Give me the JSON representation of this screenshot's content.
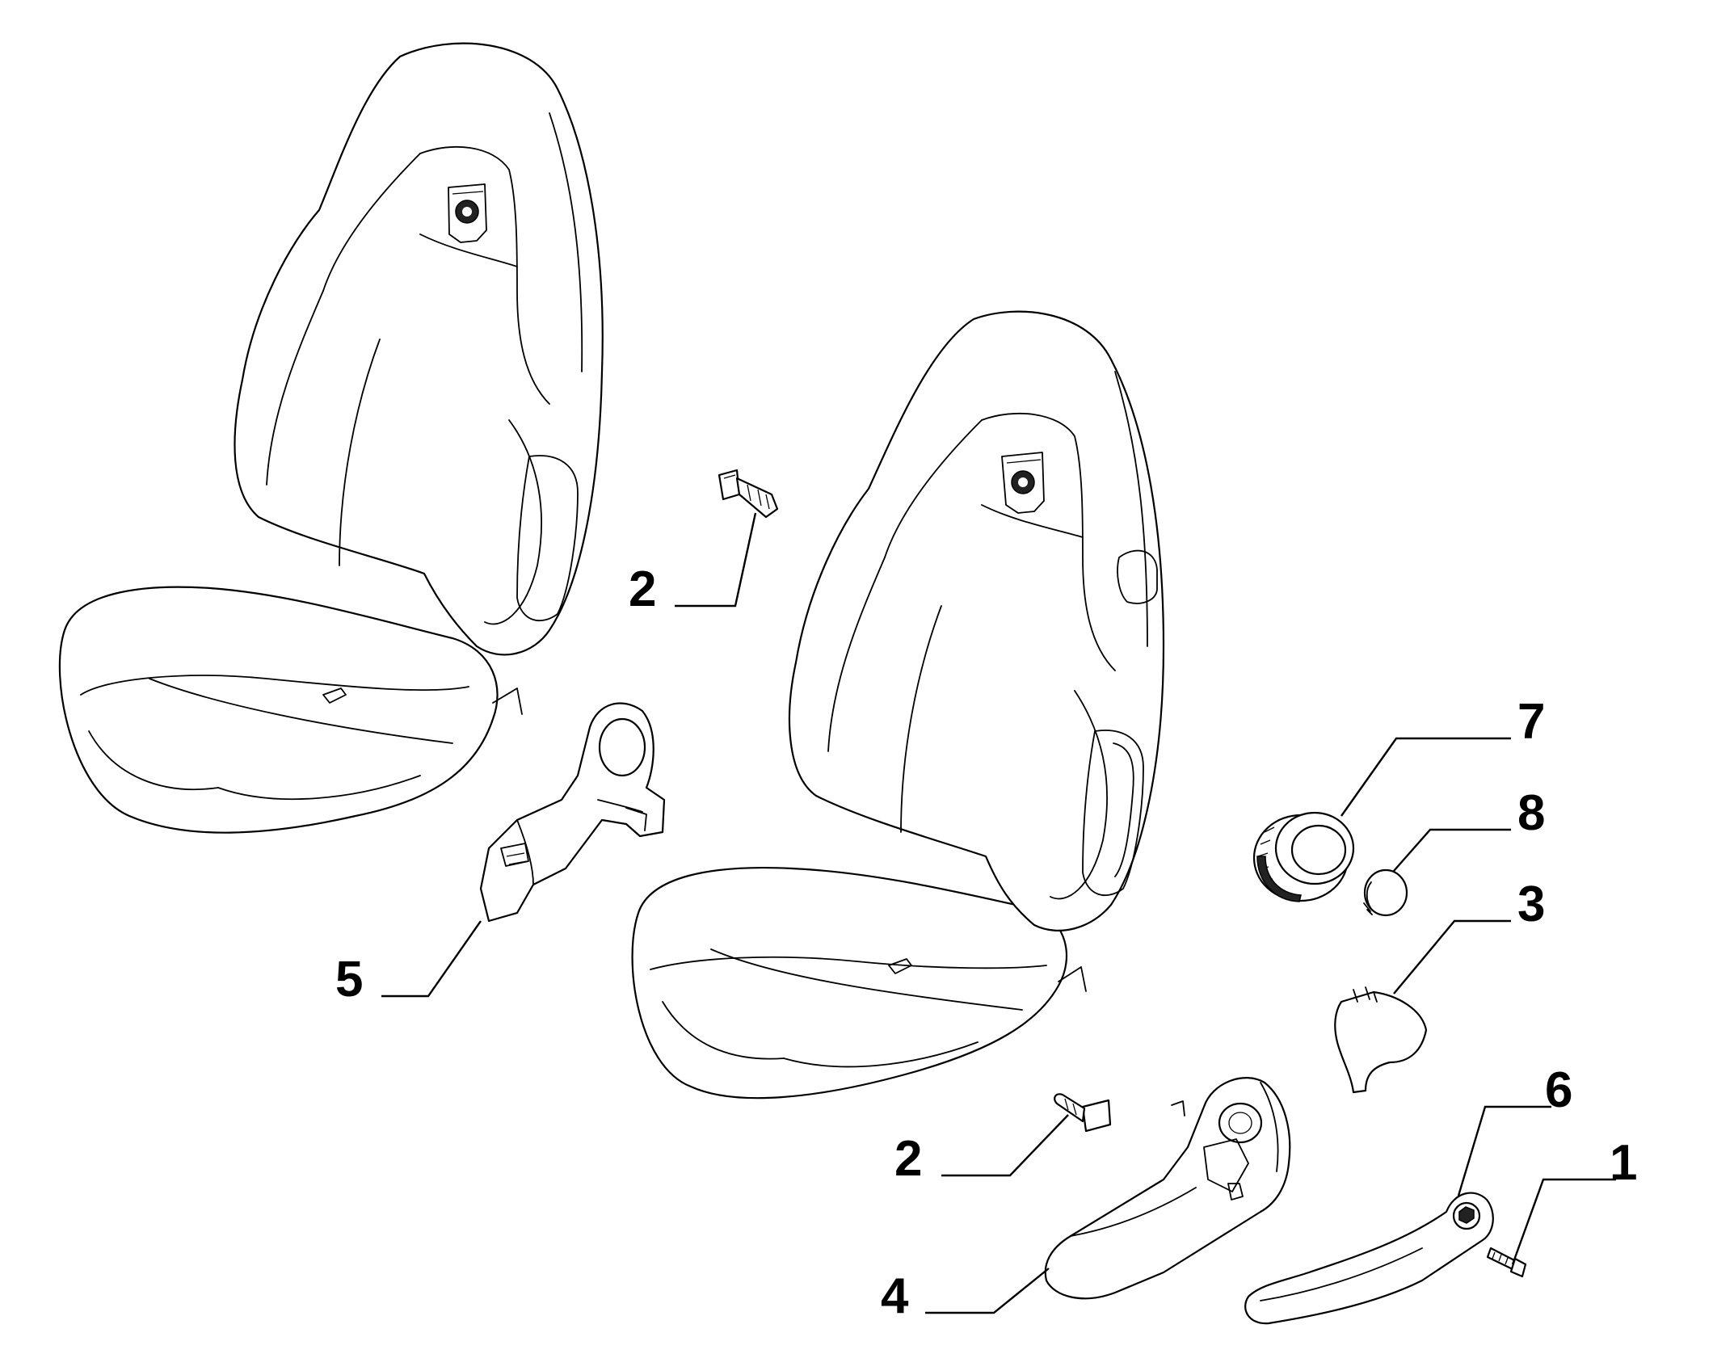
{
  "callouts": [
    {
      "id": "c2a",
      "label": "2"
    },
    {
      "id": "c2b",
      "label": "2"
    },
    {
      "id": "c5",
      "label": "5"
    },
    {
      "id": "c7",
      "label": "7"
    },
    {
      "id": "c8",
      "label": "8"
    },
    {
      "id": "c3",
      "label": "3"
    },
    {
      "id": "c6",
      "label": "6"
    },
    {
      "id": "c1",
      "label": "1"
    },
    {
      "id": "c4",
      "label": "4"
    }
  ]
}
